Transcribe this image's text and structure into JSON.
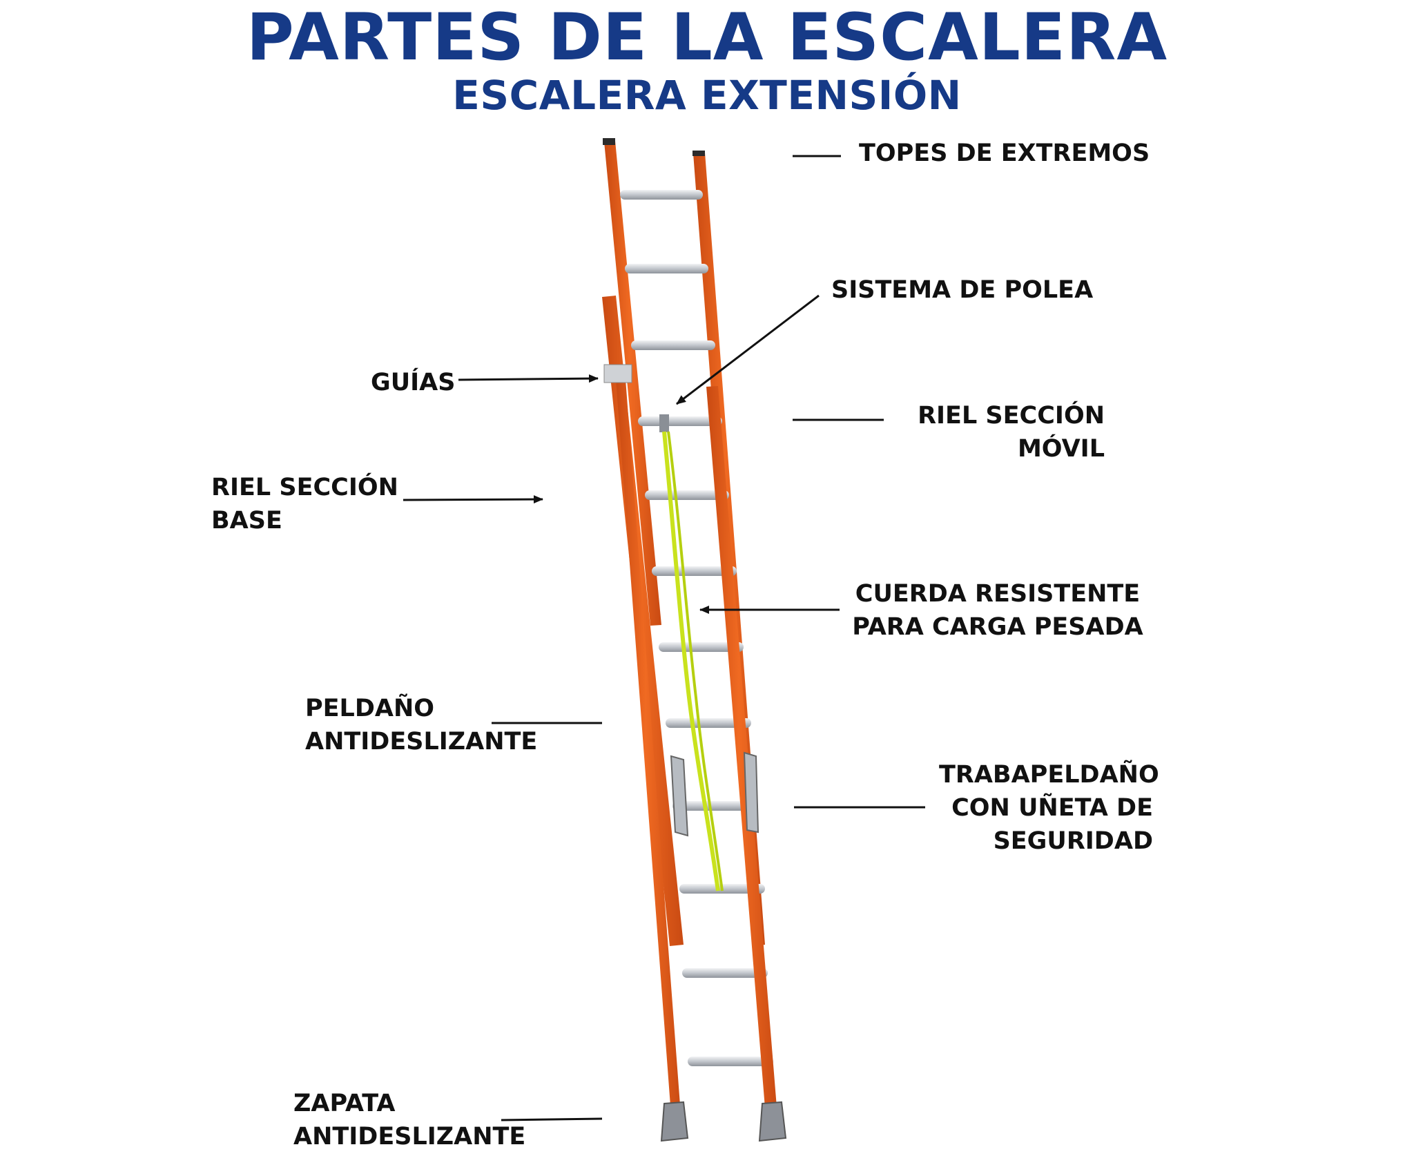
{
  "title": "PARTES DE LA ESCALERA",
  "subtitle": "ESCALERA EXTENSIÓN",
  "colors": {
    "title": "#163a87",
    "ladder_rail": "#e8611c",
    "ladder_rail_dark": "#b8430d",
    "rung": "#c9ccd0",
    "rope": "#c9e21d",
    "label": "#111111"
  },
  "labels": {
    "topes": [
      "TOPES DE EXTREMOS"
    ],
    "polea": [
      "SISTEMA DE POLEA"
    ],
    "guias": [
      "GUÍAS"
    ],
    "riel_movil": [
      "RIEL SECCIÓN",
      "MÓVIL"
    ],
    "riel_base": [
      "RIEL SECCIÓN",
      "BASE"
    ],
    "cuerda": [
      "CUERDA RESISTENTE",
      "PARA CARGA PESADA"
    ],
    "peldano": [
      "PELDAÑO",
      "ANTIDESLIZANTE"
    ],
    "trabapeldano": [
      "TRABAPELDAÑO",
      "CON UÑETA DE",
      "SEGURIDAD"
    ],
    "zapata": [
      "ZAPATA",
      "ANTIDESLIZANTE"
    ]
  }
}
